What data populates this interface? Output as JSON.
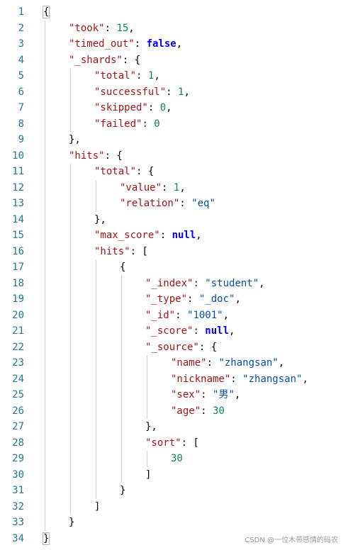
{
  "editor": {
    "lines": [
      {
        "n": "1",
        "indent": 0,
        "tokens": [
          {
            "t": "{",
            "c": "punc",
            "mark": true
          }
        ]
      },
      {
        "n": "2",
        "indent": 1,
        "tokens": [
          {
            "t": "\"took\"",
            "c": "key"
          },
          {
            "t": ": ",
            "c": "punc"
          },
          {
            "t": "15",
            "c": "num"
          },
          {
            "t": ",",
            "c": "punc"
          }
        ]
      },
      {
        "n": "3",
        "indent": 1,
        "tokens": [
          {
            "t": "\"timed_out\"",
            "c": "key"
          },
          {
            "t": ": ",
            "c": "punc"
          },
          {
            "t": "false",
            "c": "kw"
          },
          {
            "t": ",",
            "c": "punc"
          }
        ]
      },
      {
        "n": "4",
        "indent": 1,
        "tokens": [
          {
            "t": "\"_shards\"",
            "c": "key"
          },
          {
            "t": ": {",
            "c": "punc"
          }
        ]
      },
      {
        "n": "5",
        "indent": 2,
        "tokens": [
          {
            "t": "\"total\"",
            "c": "key"
          },
          {
            "t": ": ",
            "c": "punc"
          },
          {
            "t": "1",
            "c": "num"
          },
          {
            "t": ",",
            "c": "punc"
          }
        ]
      },
      {
        "n": "6",
        "indent": 2,
        "tokens": [
          {
            "t": "\"successful\"",
            "c": "key"
          },
          {
            "t": ": ",
            "c": "punc"
          },
          {
            "t": "1",
            "c": "num"
          },
          {
            "t": ",",
            "c": "punc"
          }
        ]
      },
      {
        "n": "7",
        "indent": 2,
        "tokens": [
          {
            "t": "\"skipped\"",
            "c": "key"
          },
          {
            "t": ": ",
            "c": "punc"
          },
          {
            "t": "0",
            "c": "num"
          },
          {
            "t": ",",
            "c": "punc"
          }
        ]
      },
      {
        "n": "8",
        "indent": 2,
        "tokens": [
          {
            "t": "\"failed\"",
            "c": "key"
          },
          {
            "t": ": ",
            "c": "punc"
          },
          {
            "t": "0",
            "c": "num"
          }
        ]
      },
      {
        "n": "9",
        "indent": 1,
        "tokens": [
          {
            "t": "},",
            "c": "punc"
          }
        ]
      },
      {
        "n": "10",
        "indent": 1,
        "tokens": [
          {
            "t": "\"hits\"",
            "c": "key"
          },
          {
            "t": ": {",
            "c": "punc"
          }
        ]
      },
      {
        "n": "11",
        "indent": 2,
        "tokens": [
          {
            "t": "\"total\"",
            "c": "key"
          },
          {
            "t": ": {",
            "c": "punc"
          }
        ]
      },
      {
        "n": "12",
        "indent": 3,
        "tokens": [
          {
            "t": "\"value\"",
            "c": "key"
          },
          {
            "t": ": ",
            "c": "punc"
          },
          {
            "t": "1",
            "c": "num"
          },
          {
            "t": ",",
            "c": "punc"
          }
        ]
      },
      {
        "n": "13",
        "indent": 3,
        "tokens": [
          {
            "t": "\"relation\"",
            "c": "key"
          },
          {
            "t": ": ",
            "c": "punc"
          },
          {
            "t": "\"eq\"",
            "c": "str"
          }
        ]
      },
      {
        "n": "14",
        "indent": 2,
        "tokens": [
          {
            "t": "},",
            "c": "punc"
          }
        ]
      },
      {
        "n": "15",
        "indent": 2,
        "tokens": [
          {
            "t": "\"max_score\"",
            "c": "key"
          },
          {
            "t": ": ",
            "c": "punc"
          },
          {
            "t": "null",
            "c": "kw"
          },
          {
            "t": ",",
            "c": "punc"
          }
        ]
      },
      {
        "n": "16",
        "indent": 2,
        "tokens": [
          {
            "t": "\"hits\"",
            "c": "key"
          },
          {
            "t": ": [",
            "c": "punc"
          }
        ]
      },
      {
        "n": "17",
        "indent": 3,
        "tokens": [
          {
            "t": "{",
            "c": "punc"
          }
        ]
      },
      {
        "n": "18",
        "indent": 4,
        "tokens": [
          {
            "t": "\"_index\"",
            "c": "key"
          },
          {
            "t": ": ",
            "c": "punc"
          },
          {
            "t": "\"student\"",
            "c": "str"
          },
          {
            "t": ",",
            "c": "punc"
          }
        ]
      },
      {
        "n": "19",
        "indent": 4,
        "tokens": [
          {
            "t": "\"_type\"",
            "c": "key"
          },
          {
            "t": ": ",
            "c": "punc"
          },
          {
            "t": "\"_doc\"",
            "c": "str"
          },
          {
            "t": ",",
            "c": "punc"
          }
        ]
      },
      {
        "n": "20",
        "indent": 4,
        "tokens": [
          {
            "t": "\"_id\"",
            "c": "key"
          },
          {
            "t": ": ",
            "c": "punc"
          },
          {
            "t": "\"1001\"",
            "c": "str"
          },
          {
            "t": ",",
            "c": "punc"
          }
        ]
      },
      {
        "n": "21",
        "indent": 4,
        "tokens": [
          {
            "t": "\"_score\"",
            "c": "key"
          },
          {
            "t": ": ",
            "c": "punc"
          },
          {
            "t": "null",
            "c": "kw"
          },
          {
            "t": ",",
            "c": "punc"
          }
        ]
      },
      {
        "n": "22",
        "indent": 4,
        "tokens": [
          {
            "t": "\"_source\"",
            "c": "key"
          },
          {
            "t": ": {",
            "c": "punc"
          }
        ]
      },
      {
        "n": "23",
        "indent": 5,
        "tokens": [
          {
            "t": "\"name\"",
            "c": "key"
          },
          {
            "t": ": ",
            "c": "punc"
          },
          {
            "t": "\"zhangsan\"",
            "c": "str"
          },
          {
            "t": ",",
            "c": "punc"
          }
        ]
      },
      {
        "n": "24",
        "indent": 5,
        "tokens": [
          {
            "t": "\"nickname\"",
            "c": "key"
          },
          {
            "t": ": ",
            "c": "punc"
          },
          {
            "t": "\"zhangsan\"",
            "c": "str"
          },
          {
            "t": ",",
            "c": "punc"
          }
        ]
      },
      {
        "n": "25",
        "indent": 5,
        "tokens": [
          {
            "t": "\"sex\"",
            "c": "key"
          },
          {
            "t": ": ",
            "c": "punc"
          },
          {
            "t": "\"男\"",
            "c": "str"
          },
          {
            "t": ",",
            "c": "punc"
          }
        ]
      },
      {
        "n": "26",
        "indent": 5,
        "tokens": [
          {
            "t": "\"age\"",
            "c": "key"
          },
          {
            "t": ": ",
            "c": "punc"
          },
          {
            "t": "30",
            "c": "num"
          }
        ]
      },
      {
        "n": "27",
        "indent": 4,
        "tokens": [
          {
            "t": "},",
            "c": "punc"
          }
        ]
      },
      {
        "n": "28",
        "indent": 4,
        "tokens": [
          {
            "t": "\"sort\"",
            "c": "key"
          },
          {
            "t": ": [",
            "c": "punc"
          }
        ]
      },
      {
        "n": "29",
        "indent": 5,
        "tokens": [
          {
            "t": "30",
            "c": "num"
          }
        ]
      },
      {
        "n": "30",
        "indent": 4,
        "tokens": [
          {
            "t": "]",
            "c": "punc"
          }
        ]
      },
      {
        "n": "31",
        "indent": 3,
        "tokens": [
          {
            "t": "}",
            "c": "punc"
          }
        ]
      },
      {
        "n": "32",
        "indent": 2,
        "tokens": [
          {
            "t": "]",
            "c": "punc"
          }
        ]
      },
      {
        "n": "33",
        "indent": 1,
        "tokens": [
          {
            "t": "}",
            "c": "punc"
          }
        ]
      },
      {
        "n": "34",
        "indent": 0,
        "tokens": [
          {
            "t": "}",
            "c": "punc",
            "mark": true
          }
        ]
      }
    ]
  },
  "watermark": "CSDN @一位木带感情的码农",
  "colors": {
    "line_number": "#237893",
    "key": "#a31515",
    "string": "#0451a5",
    "number": "#098658",
    "keyword": "#0000ff",
    "guide": "#d3d3d3"
  }
}
